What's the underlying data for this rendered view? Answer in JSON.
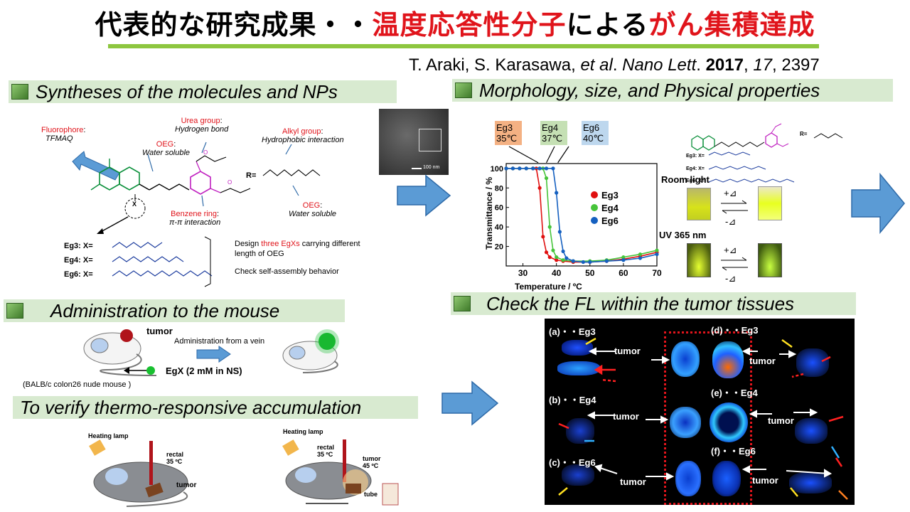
{
  "title": {
    "part1": "代表的な研究成果・・",
    "part2": "温度応答性分子",
    "part3": "による",
    "part4": "がん集積達成"
  },
  "citation": {
    "authors": "T. Araki, S. Karasawa, ",
    "etal": "et al",
    "dot": ". ",
    "journal": "Nano Lett",
    "dot2": ". ",
    "year": "2017",
    "comma": ", ",
    "volume": "17",
    "pages": ", 2397"
  },
  "sections": {
    "s1": "Syntheses of the molecules and NPs",
    "s2": "Morphology, size, and Physical properties",
    "s3": "Administration to the mouse",
    "s4": "Check the FL within the tumor tissues",
    "s5": "To verify thermo-responsive accumulation"
  },
  "synth": {
    "fluoro_title": "Fluorophore",
    "fluoro_colon": ":",
    "fluoro_name": "TFMAQ",
    "oeg1_title": "OEG",
    "oeg1_desc": "Water soluble",
    "urea_title": "Urea group",
    "urea_desc": "Hydrogen bond",
    "alkyl_title": "Alkyl group",
    "alkyl_desc": "Hydrophobic interaction",
    "oeg2_title": "OEG",
    "oeg2_desc": "Water soluble",
    "benzene_title": "Benzene ring",
    "benzene_desc": "π-π interaction",
    "r_label": "R=",
    "x_label": "X",
    "eg3": "Eg3:",
    "eg4": "Eg4:",
    "eg6": "Eg6:",
    "xeq": "X=",
    "design_1": "Design ",
    "design_red": "three EgXs",
    "design_2": " carrying different",
    "design_3": "length of OEG",
    "check": "Check self-assembly behavior",
    "sem_scale": "100 nm"
  },
  "chart_data": {
    "type": "line",
    "title": "",
    "xlabel": "Temperature / ºC",
    "ylabel": "Transmittance / %",
    "xlim": [
      25,
      70
    ],
    "ylim": [
      0,
      105
    ],
    "xticks": [
      30,
      40,
      50,
      60,
      70
    ],
    "yticks": [
      20,
      40,
      60,
      80,
      100
    ],
    "legend_position": "center-right",
    "series": [
      {
        "name": "Eg3",
        "color": "#e01010",
        "x": [
          25,
          27,
          29,
          31,
          33,
          34,
          35,
          36,
          37,
          38,
          40,
          42,
          45,
          50,
          55,
          60,
          65,
          70
        ],
        "y": [
          100,
          100,
          100,
          100,
          100,
          100,
          80,
          30,
          14,
          9,
          6,
          5,
          4,
          4,
          5,
          7,
          10,
          14
        ]
      },
      {
        "name": "Eg4",
        "color": "#46c43a",
        "x": [
          25,
          27,
          29,
          31,
          33,
          35,
          36,
          37,
          38,
          39,
          40,
          42,
          45,
          50,
          55,
          60,
          65,
          70
        ],
        "y": [
          100,
          100,
          100,
          100,
          100,
          100,
          100,
          90,
          40,
          16,
          9,
          6,
          5,
          5,
          6,
          9,
          12,
          16
        ]
      },
      {
        "name": "Eg6",
        "color": "#1560c0",
        "x": [
          25,
          27,
          29,
          31,
          33,
          35,
          37,
          39,
          40,
          41,
          42,
          43,
          45,
          48,
          50,
          55,
          60,
          65,
          70
        ],
        "y": [
          100,
          100,
          100,
          100,
          100,
          100,
          100,
          100,
          75,
          35,
          15,
          8,
          5,
          4,
          4,
          5,
          6,
          8,
          12
        ]
      }
    ],
    "annotations": [
      {
        "series": "Eg3",
        "temp": "35℃",
        "color": "#f4b183"
      },
      {
        "series": "Eg4",
        "temp": "37℃",
        "color": "#c5e0b4"
      },
      {
        "series": "Eg6",
        "temp": "40℃",
        "color": "#bdd7ee"
      }
    ]
  },
  "morph": {
    "room_light": "Room light",
    "uv": "UV 365 nm",
    "plus": "+⊿",
    "minus": "-⊿",
    "r_eq": "R=",
    "eg3x": "Eg3: X=",
    "eg4x": "Eg4: X=",
    "eg6x": "Eg6: X="
  },
  "admin": {
    "tumor": "tumor",
    "route": "Administration from a vein",
    "egx": "EgX (2 mM in NS)",
    "strain": "(BALB/c colon26 nude mouse )"
  },
  "verify": {
    "heating1": "Heating lamp",
    "rectal1": "rectal",
    "rectal1_temp": "35 ºC",
    "tumor1": "tumor",
    "heating2": "Heating lamp",
    "rectal2": "rectal",
    "rectal2_temp": "35 ºC",
    "tumor2": "tumor",
    "tumor2_temp": "45 ºC",
    "tube": "tube"
  },
  "fl": {
    "a": "(a)・・Eg3",
    "b": "(b)・・Eg4",
    "c": "(c)・・Eg6",
    "d": "(d)・・Eg3",
    "e": "(e)・・Eg4",
    "f": "(f)・・Eg6",
    "tumor": "tumor"
  },
  "colors": {
    "accent_red": "#e0141b",
    "rule_green": "#8dc63f",
    "section_bg": "#d8ead0",
    "arrow_blue": "#5b9bd5"
  }
}
